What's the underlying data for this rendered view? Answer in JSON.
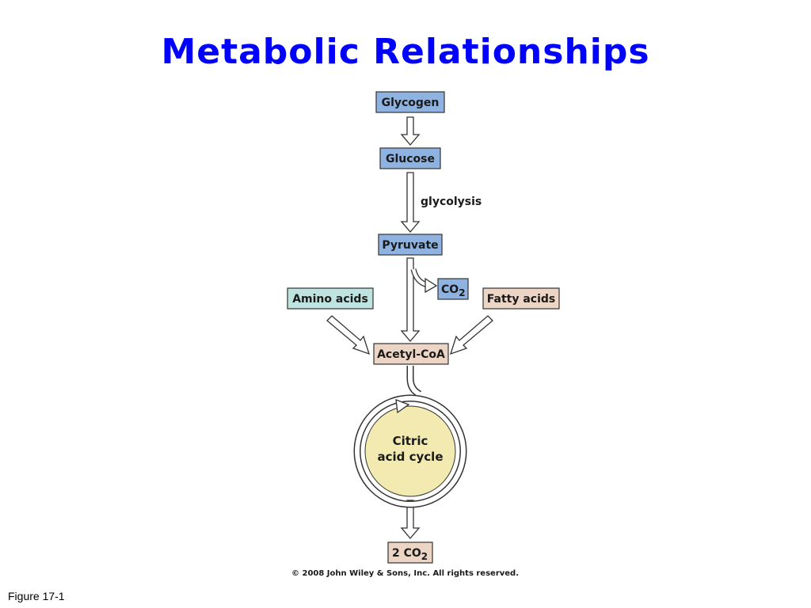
{
  "title": "Metabolic Relationships",
  "nodes": {
    "glycogen": "Glycogen",
    "glucose": "Glucose",
    "pyruvate": "Pyruvate",
    "co2": "CO",
    "co2_sub": "2",
    "amino_acids": "Amino acids",
    "fatty_acids": "Fatty acids",
    "acetyl_coa": "Acetyl-CoA",
    "two_co2": "2 CO",
    "two_co2_sub": "2"
  },
  "labels": {
    "glycolysis": "glycolysis",
    "cycle_line1": "Citric",
    "cycle_line2": "acid cycle"
  },
  "copyright": "© 2008 John Wiley & Sons, Inc. All rights reserved.",
  "figure_label": "Figure 17-1",
  "colors": {
    "title": "#0000ff",
    "blue_box": "#8fb3e0",
    "teal_box": "#bfe3df",
    "tan_box": "#ecd5c4",
    "cycle_fill": "#f2eab0"
  }
}
